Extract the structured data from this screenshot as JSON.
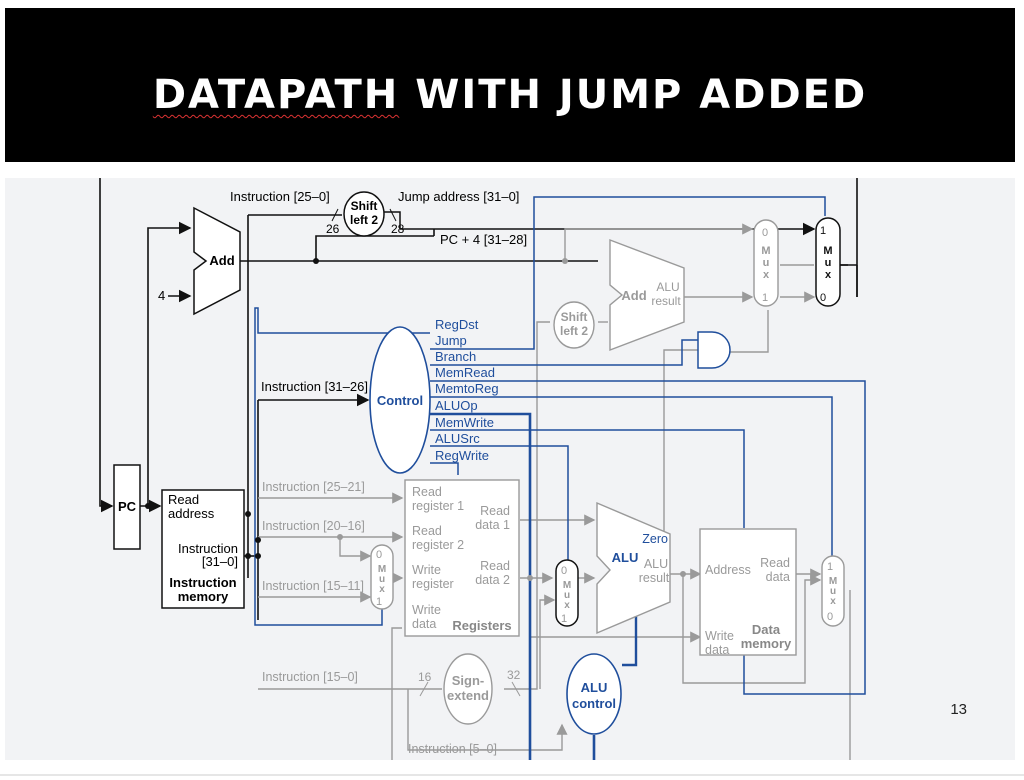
{
  "slide": {
    "title_word1": "DATAPATH",
    "title_rest": " WITH JUMP ADDED",
    "page_number": "13"
  },
  "diagram": {
    "top": {
      "instruction_25_0": "Instruction [25–0]",
      "shift_left2_a": "Shift",
      "shift_left2_b": "left 2",
      "bits_26": "26",
      "bits_28": "28",
      "jump_address": "Jump address [31–0]",
      "pc_plus4": "PC + 4 [31–28]",
      "add_label": "Add",
      "four": "4"
    },
    "branch_path": {
      "shift_a": "Shift",
      "shift_b": "left 2",
      "add": "Add",
      "alu_result_a": "ALU",
      "alu_result_b": "result",
      "mux_left_0": "0",
      "mux_left_1": "1",
      "mux_left_letters": [
        "M",
        "u",
        "x"
      ],
      "mux_right_1": "1",
      "mux_right_0": "0",
      "mux_right_letters": [
        "M",
        "u",
        "x"
      ]
    },
    "control": {
      "label": "Control",
      "instruction_31_26": "Instruction [31–26]",
      "signals": [
        "RegDst",
        "Jump",
        "Branch",
        "MemRead",
        "MemtoReg",
        "ALUOp",
        "MemWrite",
        "ALUSrc",
        "RegWrite"
      ]
    },
    "pc": "PC",
    "instruction_memory": {
      "read_a": "Read",
      "read_b": "address",
      "instr_a": "Instruction",
      "instr_b": "[31–0]",
      "name_a": "Instruction",
      "name_b": "memory"
    },
    "fields": {
      "i25_21": "Instruction [25–21]",
      "i20_16": "Instruction [20–16]",
      "i15_11": "Instruction [15–11]",
      "i15_0": "Instruction [15–0]",
      "i5_0": "Instruction [5–0]"
    },
    "regdst_mux": {
      "zero": "0",
      "one": "1",
      "letters": [
        "M",
        "u",
        "x"
      ]
    },
    "registers": {
      "read_reg1_a": "Read",
      "read_reg1_b": "register 1",
      "read_reg2_a": "Read",
      "read_reg2_b": "register 2",
      "write_reg_a": "Write",
      "write_reg_b": "register",
      "write_data_a": "Write",
      "write_data_b": "data",
      "read_data1_a": "Read",
      "read_data1_b": "data 1",
      "read_data2_a": "Read",
      "read_data2_b": "data 2",
      "name": "Registers"
    },
    "alusrc_mux": {
      "zero": "0",
      "one": "1",
      "letters": [
        "M",
        "u",
        "x"
      ]
    },
    "alu": {
      "label": "ALU",
      "zero": "Zero",
      "result_a": "ALU",
      "result_b": "result"
    },
    "data_memory": {
      "address": "Address",
      "read_a": "Read",
      "read_b": "data",
      "write_a": "Write",
      "write_b": "data",
      "name_a": "Data",
      "name_b": "memory"
    },
    "memtoreg_mux": {
      "one": "1",
      "zero": "0",
      "letters": [
        "M",
        "u",
        "x"
      ]
    },
    "sign_extend": {
      "a": "Sign-",
      "b": "extend",
      "in_bits": "16",
      "out_bits": "32"
    },
    "alu_control": {
      "a": "ALU",
      "b": "control"
    }
  }
}
